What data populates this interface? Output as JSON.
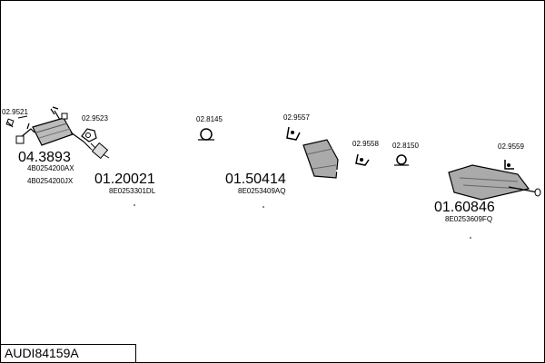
{
  "title": "AUDI84159A",
  "parts": [
    {
      "id": "p1",
      "number": "04.3893",
      "refs": [
        "4B0254200AX",
        "4B0254200JX"
      ]
    },
    {
      "id": "p2",
      "number": "01.20021",
      "refs": [
        "8E0253301DL"
      ]
    },
    {
      "id": "p3",
      "number": "01.50414",
      "refs": [
        "8E0253409AQ"
      ]
    },
    {
      "id": "p4",
      "number": "01.60846",
      "refs": [
        "8E0253609FQ"
      ]
    }
  ],
  "accessories": [
    {
      "id": "a1",
      "label": "02.9521",
      "icon": "gasket-icon"
    },
    {
      "id": "a2",
      "label": "02.9523",
      "icon": "gasket-icon"
    },
    {
      "id": "a3",
      "label": "02.8145",
      "icon": "clamp-icon"
    },
    {
      "id": "a4",
      "label": "02.9557",
      "icon": "hanger-icon"
    },
    {
      "id": "a5",
      "label": "02.9558",
      "icon": "hanger-icon"
    },
    {
      "id": "a6",
      "label": "02.8150",
      "icon": "clamp-icon"
    },
    {
      "id": "a7",
      "label": "02.9559",
      "icon": "hanger-icon"
    }
  ]
}
